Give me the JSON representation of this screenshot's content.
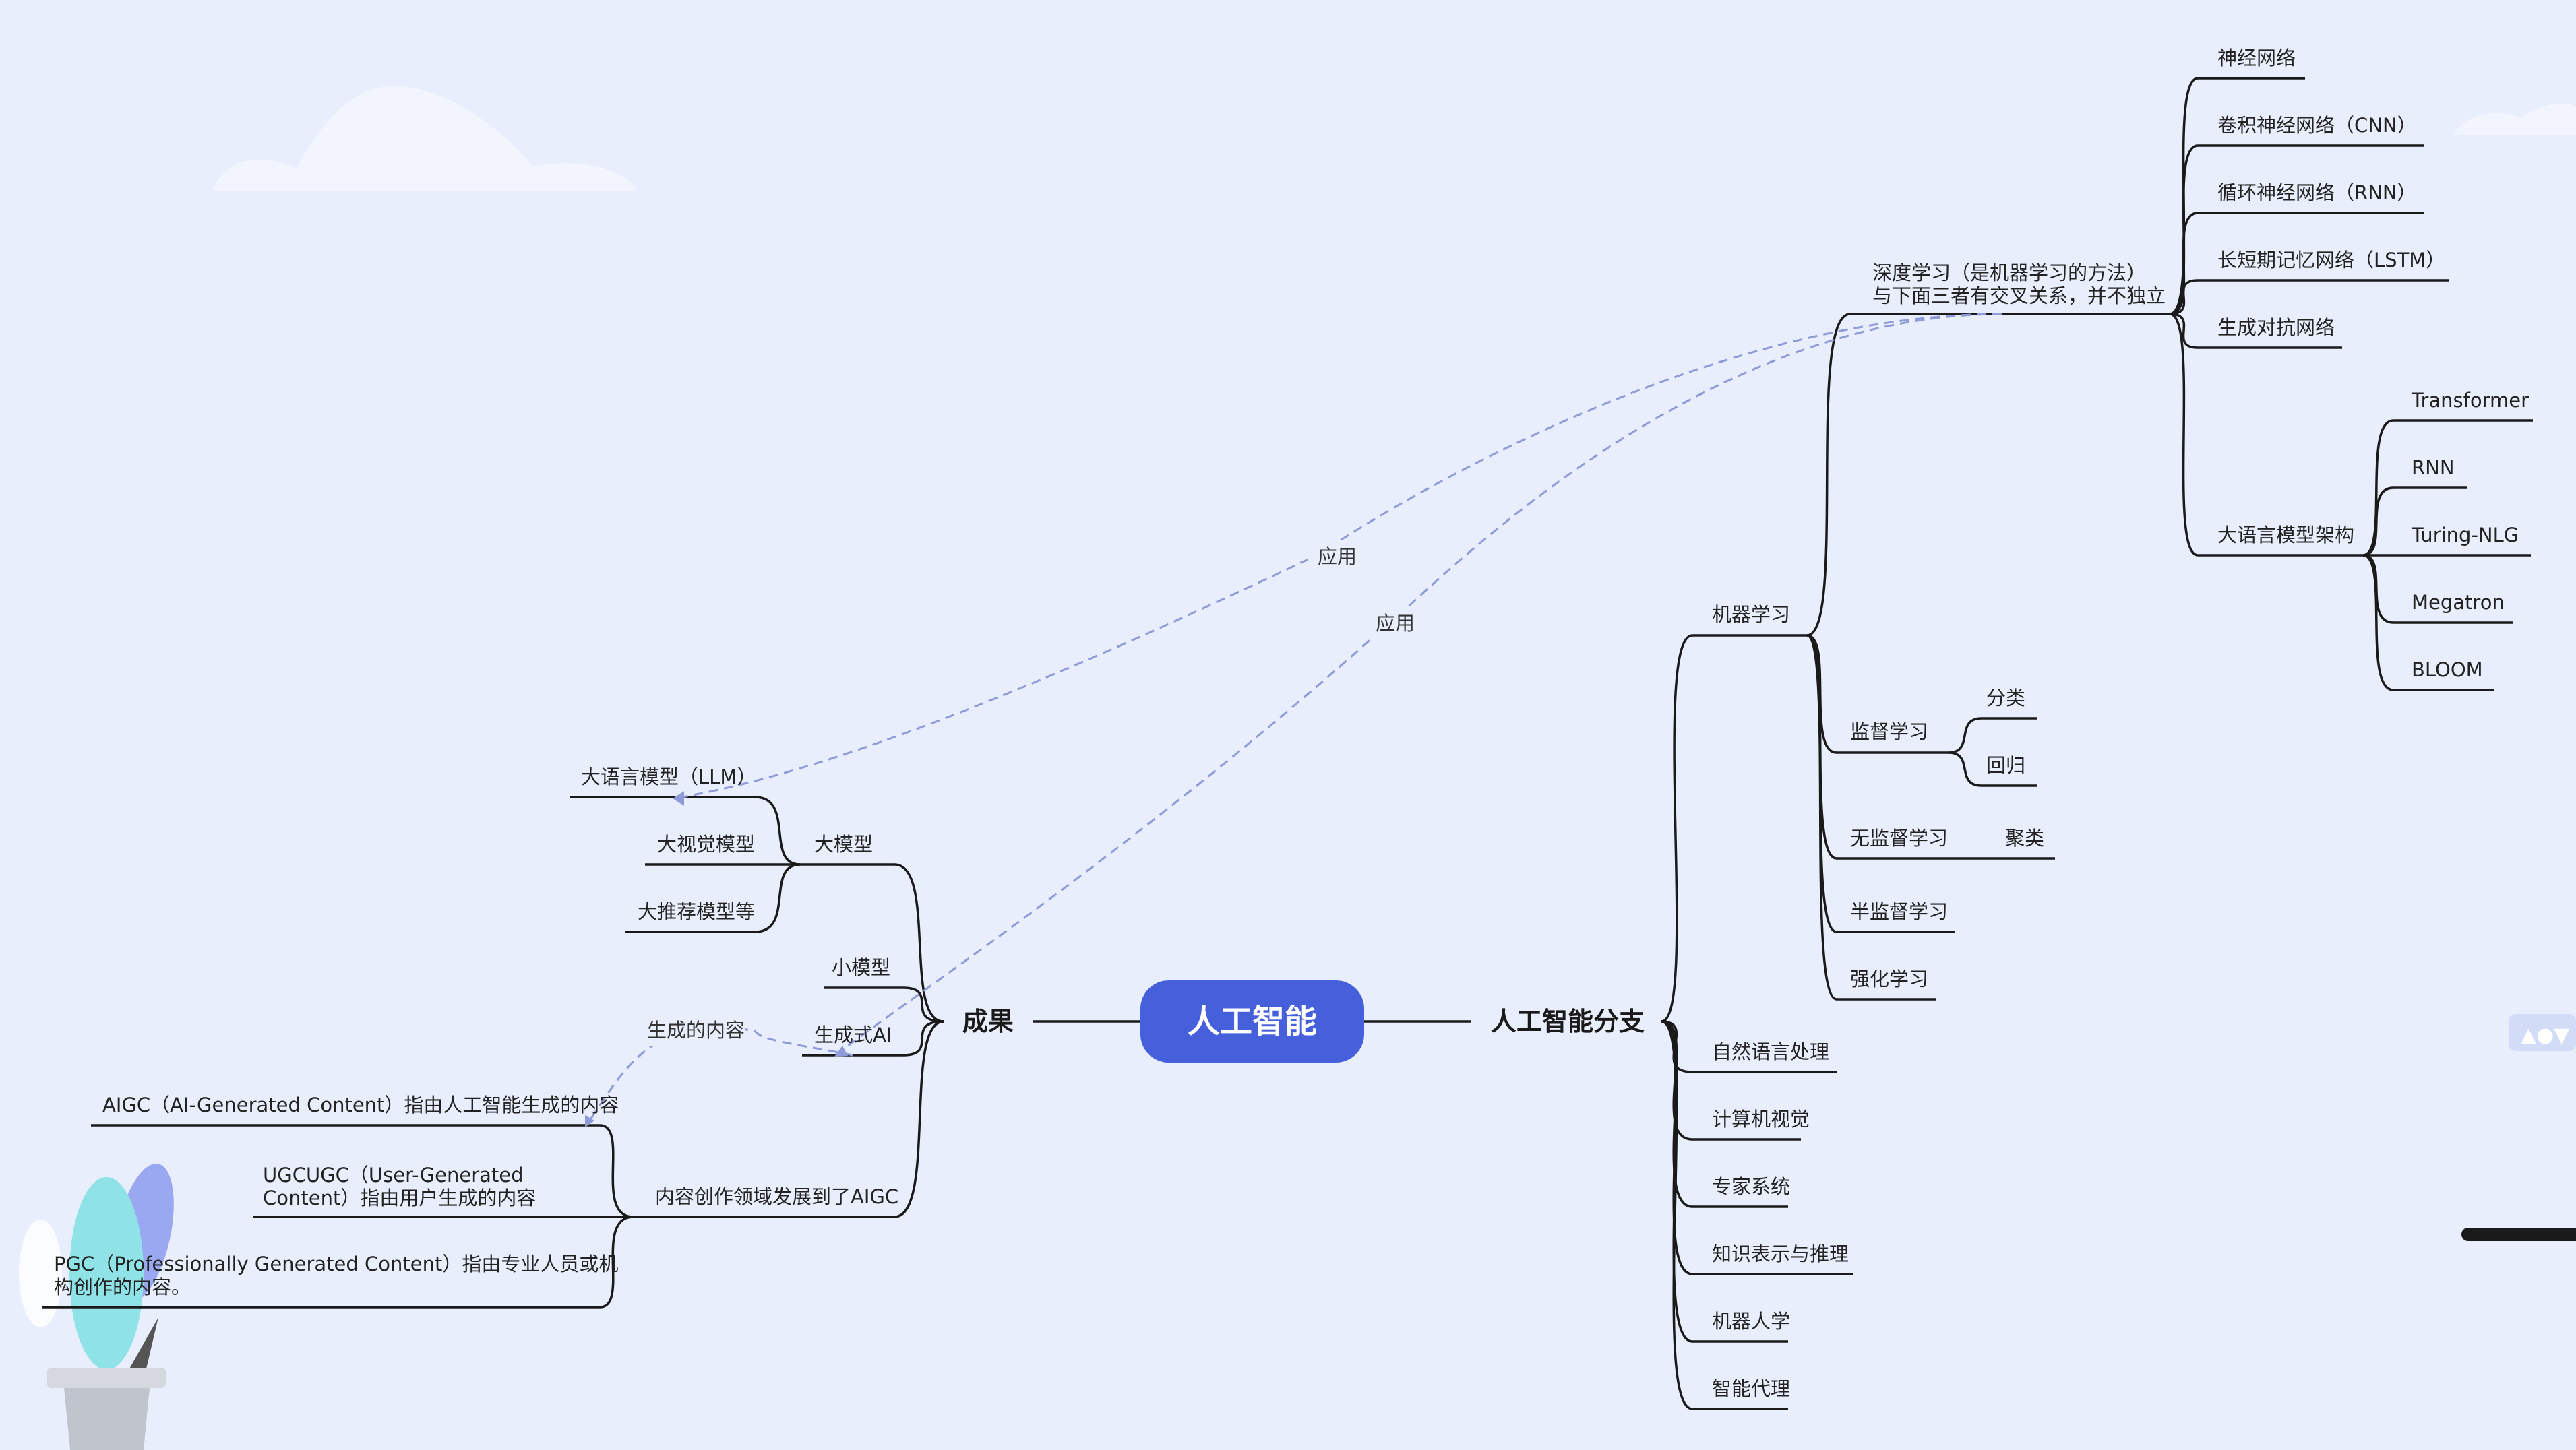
{
  "root": {
    "label": "人工智能",
    "color": "#4660dc"
  },
  "right_branch": {
    "label": "人工智能分支",
    "machine_learning": {
      "label": "机器学习",
      "deep_learning": {
        "label_line1": "深度学习（是机器学习的方法）",
        "label_line2": "与下面三者有交叉关系，并不独立",
        "children": [
          "神经网络",
          "卷积神经网络（CNN）",
          "循环神经网络（RNN）",
          "长短期记忆网络（LSTM）",
          "生成对抗网络"
        ],
        "llm_arch": {
          "label": "大语言模型架构",
          "children": [
            "Transformer",
            "RNN",
            "Turing-NLG",
            "Megatron",
            "BLOOM"
          ]
        }
      },
      "supervised": {
        "label": "监督学习",
        "children": [
          "分类",
          "回归"
        ]
      },
      "unsupervised": {
        "label": "无监督学习",
        "children": [
          "聚类"
        ]
      },
      "semi_supervised": "半监督学习",
      "reinforcement": "强化学习"
    },
    "others": [
      "自然语言处理",
      "计算机视觉",
      "专家系统",
      "知识表示与推理",
      "机器人学",
      "智能代理"
    ]
  },
  "left_branch": {
    "label": "成果",
    "big_model": {
      "label": "大模型",
      "children": [
        "大语言模型（LLM）",
        "大视觉模型",
        "大推荐模型等"
      ]
    },
    "small_model": "小模型",
    "gen_ai": "生成式AI",
    "aigc": {
      "label": "内容创作领域发展到了AIGC",
      "children": [
        "AIGC（AI-Generated Content）指由人工智能生成的内容",
        {
          "line1": "UGCUGC（User-Generated",
          "line2": "Content）指由用户生成的内容"
        },
        {
          "line1": "PGC（Professionally Generated Content）指由专业人员或机",
          "line2": "构创作的内容。"
        }
      ]
    }
  },
  "relations": [
    {
      "label": "应用",
      "color": "#8f9ad8"
    },
    {
      "label": "应用",
      "color": "#8f9ad8"
    },
    {
      "label": "生成的内容",
      "color": "#8f9ad8"
    }
  ]
}
